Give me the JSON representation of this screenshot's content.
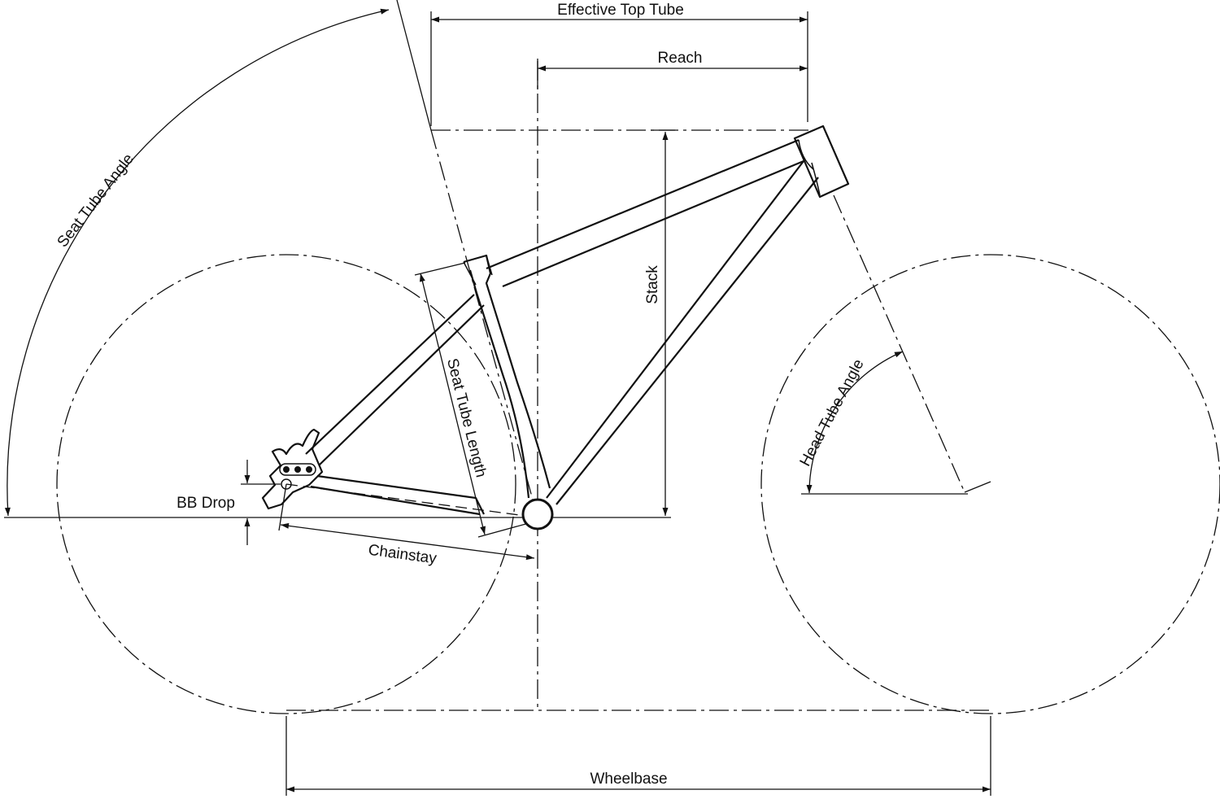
{
  "labels": {
    "effective_top_tube": "Effective Top Tube",
    "reach": "Reach",
    "stack": "Stack",
    "seat_tube_angle": "Seat Tube Angle",
    "seat_tube_length": "Seat Tube Length",
    "head_tube_angle": "Head Tube Angle",
    "bb_drop": "BB Drop",
    "chainstay": "Chainstay",
    "wheelbase": "Wheelbase"
  }
}
